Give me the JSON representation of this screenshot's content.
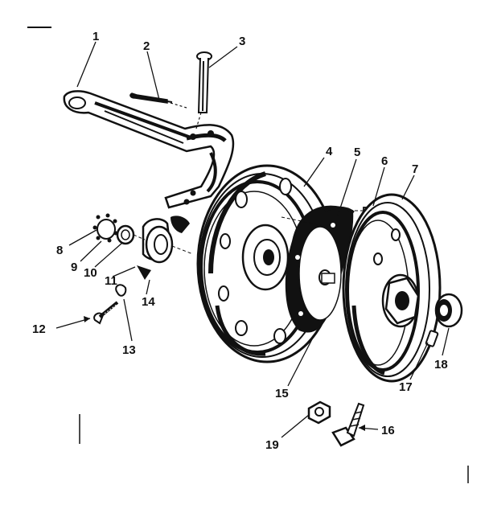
{
  "diagram": {
    "callouts": [
      {
        "id": "label-1",
        "text": "1"
      },
      {
        "id": "label-2",
        "text": "2"
      },
      {
        "id": "label-3",
        "text": "3"
      },
      {
        "id": "label-4",
        "text": "4"
      },
      {
        "id": "label-5",
        "text": "5"
      },
      {
        "id": "label-6",
        "text": "6"
      },
      {
        "id": "label-7",
        "text": "7"
      },
      {
        "id": "label-8",
        "text": "8"
      },
      {
        "id": "label-9",
        "text": "9"
      },
      {
        "id": "label-10",
        "text": "10"
      },
      {
        "id": "label-11",
        "text": "11"
      },
      {
        "id": "label-12",
        "text": "12"
      },
      {
        "id": "label-13",
        "text": "13"
      },
      {
        "id": "label-14",
        "text": "14"
      },
      {
        "id": "label-15",
        "text": "15"
      },
      {
        "id": "label-16",
        "text": "16"
      },
      {
        "id": "label-17",
        "text": "17"
      },
      {
        "id": "label-18",
        "text": "18"
      },
      {
        "id": "label-19",
        "text": "19"
      }
    ]
  },
  "colors": {
    "ink": "#111111",
    "paper": "#ffffff"
  }
}
